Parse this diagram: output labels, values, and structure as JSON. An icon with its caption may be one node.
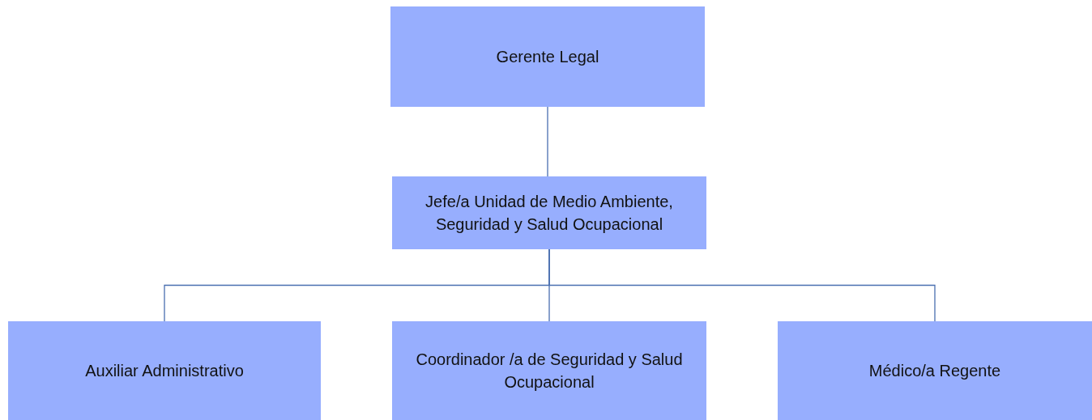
{
  "diagram": {
    "nodes": [
      {
        "text": [
          "Gerente Legal"
        ]
      },
      {
        "text": [
          "Jefe/a Unidad de Medio Ambiente, Seguridad y Salud Ocupacional"
        ]
      },
      {
        "text": [
          "Auxiliar Administrativo"
        ]
      },
      {
        "text": [
          "Coordinador /a de Seguridad y Salud Ocupacional"
        ]
      },
      {
        "text": [
          "Médico/a Regente"
        ]
      }
    ],
    "edges": [
      {
        "from": 0,
        "to": 1,
        "arrow": "none"
      },
      {
        "from": 1,
        "to": 2,
        "arrow": "none"
      },
      {
        "from": 1,
        "to": 3,
        "arrow": "none"
      },
      {
        "from": 1,
        "to": 4,
        "arrow": "none"
      }
    ]
  }
}
